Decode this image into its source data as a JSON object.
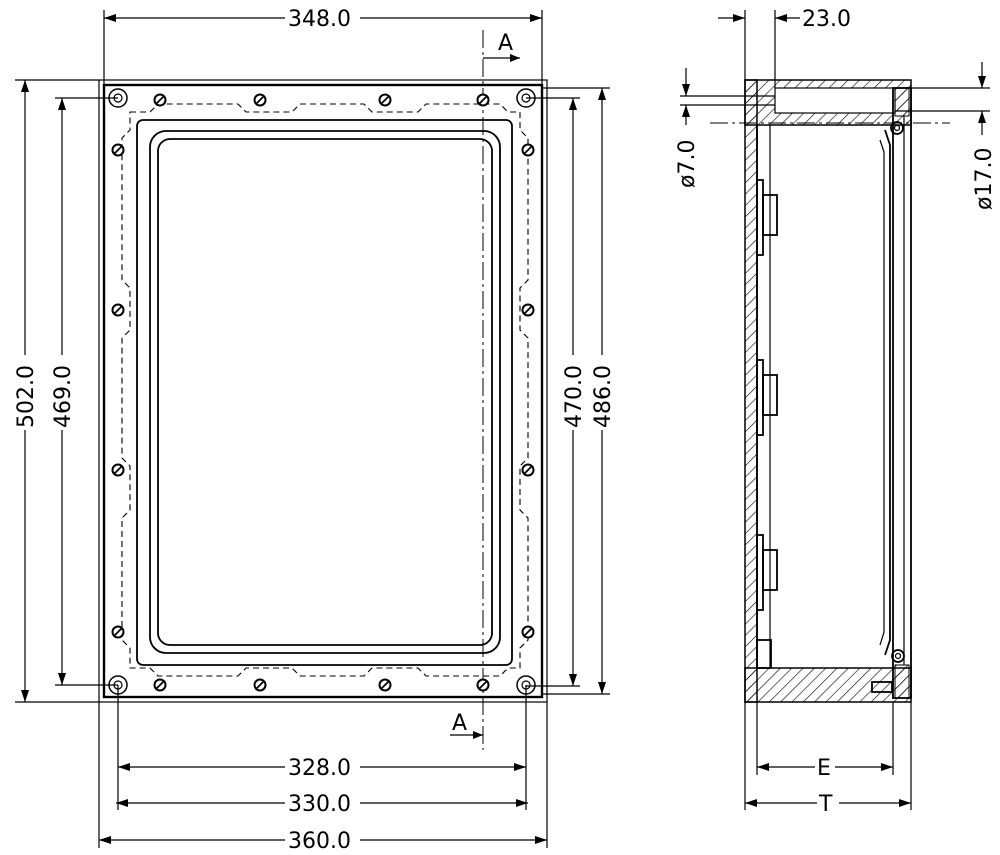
{
  "front_view": {
    "dimensions": {
      "top_width": "348.0",
      "bottom_inner": "328.0",
      "bottom_middle": "330.0",
      "bottom_outer": "360.0",
      "left_outer": "502.0",
      "left_inner": "469.0",
      "right_inner": "470.0",
      "right_outer": "486.0"
    },
    "section_marks": {
      "top": "A",
      "bottom": "A"
    }
  },
  "side_view": {
    "dimensions": {
      "top_offset": "23.0",
      "hole_small": "ø7.0",
      "hole_large": "ø17.0",
      "depth_inner": "E",
      "depth_total": "T"
    }
  }
}
